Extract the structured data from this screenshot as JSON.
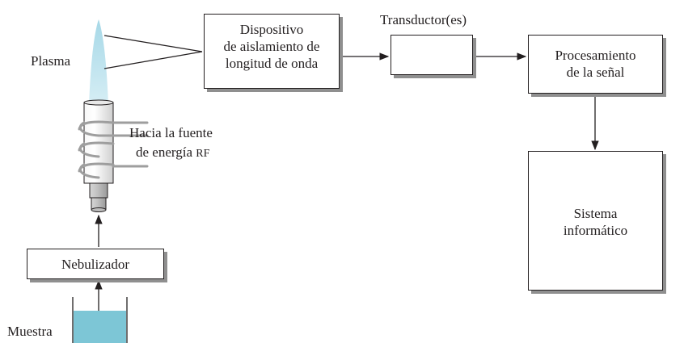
{
  "labels": {
    "plasma": "Plasma",
    "rf_line1": "Hacia la fuente",
    "rf_line2_prefix": "de energía",
    "rf_line2_suffix": "RF",
    "transducer_caption": "Transductor(es)",
    "sample": "Muestra"
  },
  "boxes": {
    "wavelength": [
      "Dispositivo",
      "de aislamiento de",
      "longitud de onda"
    ],
    "signal": [
      "Procesamiento",
      "de la señal"
    ],
    "computer": [
      "Sistema",
      "informático"
    ],
    "nebulizer": "Nebulizador",
    "transducer": ""
  },
  "colors": {
    "ink": "#231f20",
    "shadow": "#8f8f8f",
    "plasma_top": "#a9d9e8",
    "plasma_bottom": "#d4edf4",
    "torch_gray": "#bdbdbd",
    "coil": "#9e9e9e",
    "liquid": "#7dc6d6"
  }
}
